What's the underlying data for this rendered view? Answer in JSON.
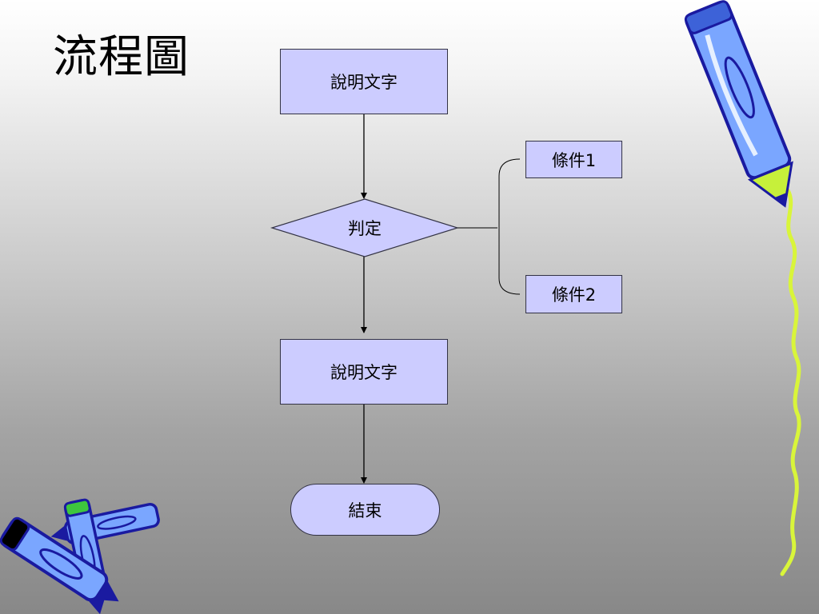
{
  "slide": {
    "title": "流程圖"
  },
  "flowchart": {
    "step1": "說明文字",
    "decision": "判定",
    "condition1": "條件1",
    "condition2": "條件2",
    "step2": "說明文字",
    "end": "結束"
  },
  "colors": {
    "node_fill": "#ccccff",
    "node_border": "#333344",
    "pencil_blue": "#7aa6ff",
    "pencil_dark": "#1a1aa0",
    "squiggle": "#d9f53a"
  },
  "decorations": [
    "pencil-icon",
    "crayons-icon",
    "squiggle-line"
  ]
}
